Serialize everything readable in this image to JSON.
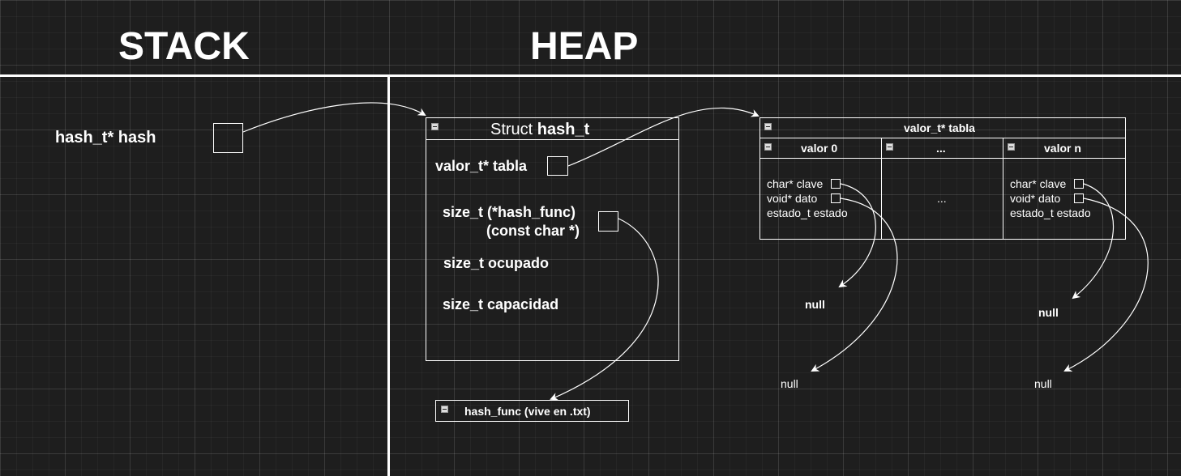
{
  "sections": {
    "stack": "STACK",
    "heap": "HEAP"
  },
  "stack": {
    "hash_ptr_label": "hash_t* hash"
  },
  "struct_hash": {
    "title_prefix": "Struct ",
    "title_name": "hash_t",
    "fields": {
      "tabla": "valor_t* tabla",
      "hash_func_line1": "size_t (*hash_func)",
      "hash_func_line2": "(const char *)",
      "ocupado": "size_t ocupado",
      "capacidad": "size_t capacidad"
    }
  },
  "hash_func_box": {
    "label": "hash_func (vive en .txt)"
  },
  "tabla": {
    "title": "valor_t* tabla",
    "columns": [
      {
        "header": "valor 0",
        "fields": [
          "char* clave",
          "void* dato",
          "estado_t estado"
        ]
      },
      {
        "header": "...",
        "fields": [
          "..."
        ]
      },
      {
        "header": "valor n",
        "fields": [
          "char* clave",
          "void* dato",
          "estado_t estado"
        ]
      }
    ]
  },
  "nulls": {
    "n0_clave": "null",
    "n0_dato": "null",
    "nn_clave": "null",
    "nn_dato": "null"
  },
  "colors": {
    "background": "#1e1e1e",
    "stroke": "#ffffff"
  }
}
